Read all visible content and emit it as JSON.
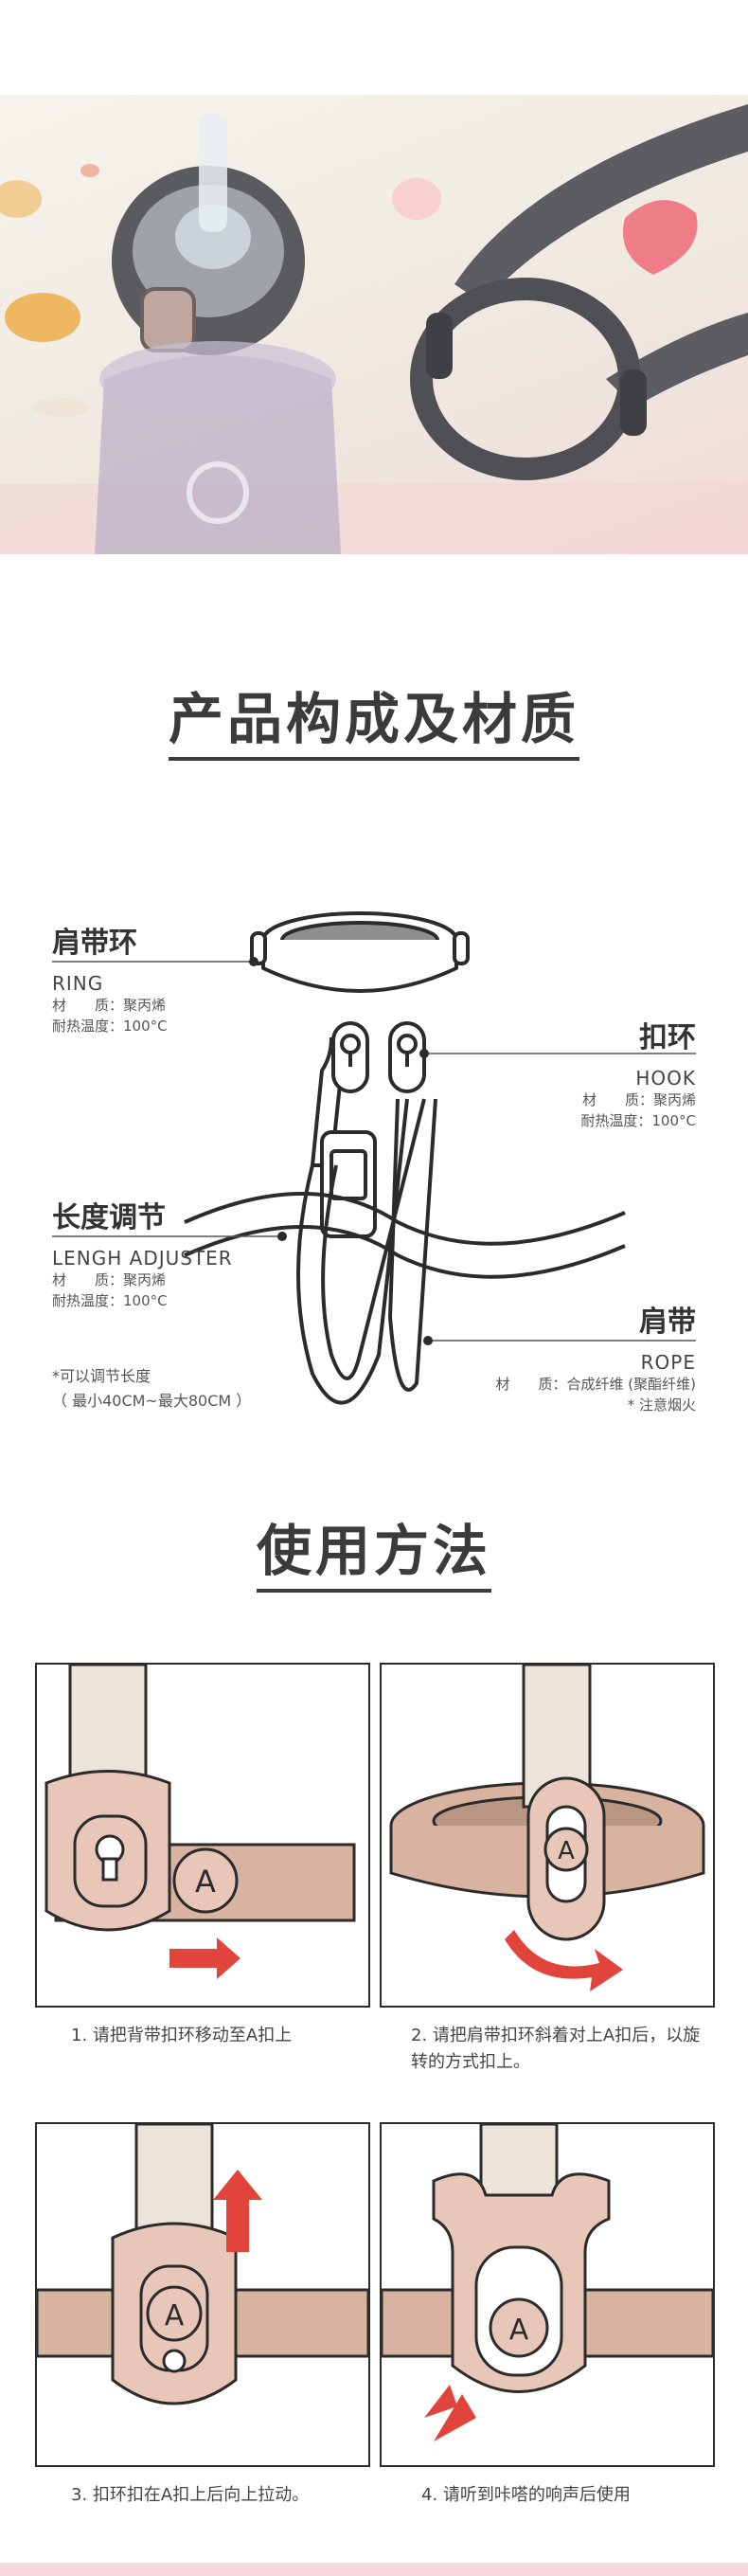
{
  "sections": {
    "composition_title": "产品构成及材质",
    "usage_title": "使用方法"
  },
  "parts": {
    "ring": {
      "zh": "肩带环",
      "en": "RING",
      "material": "材　　质：聚丙烯",
      "temp": "耐热温度：100°C"
    },
    "hook": {
      "zh": "扣环",
      "en": "HOOK",
      "material": "材　　质：聚丙烯",
      "temp": "耐热温度：100°C"
    },
    "adjuster": {
      "zh": "长度调节",
      "en": "LENGH ADJUSTER",
      "material": "材　　质：聚丙烯",
      "temp": "耐热温度：100°C"
    },
    "rope": {
      "zh": "肩带",
      "en": "ROPE",
      "material": "材　　质：合成纤维 (聚酯纤维)",
      "warning": "* 注意烟火"
    }
  },
  "length_note": {
    "line1": "*可以调节长度",
    "line2": "（ 最小40CM~最大80CM ）"
  },
  "steps": [
    {
      "caption": "1. 请把背带扣环移动至A扣上"
    },
    {
      "caption": "2. 请把肩带扣环斜着对上A扣后，以旋转的方式扣上。"
    },
    {
      "caption": "3. 扣环扣在A扣上后向上拉动。"
    },
    {
      "caption": "4. 请听到咔嗒的响声后使用"
    }
  ],
  "marker_letter": "A",
  "colors": {
    "accent_red": "#e0443a",
    "strap_beige": "#ece3d9",
    "hook_pink": "#e9c7b8",
    "ring_tan": "#d8b3a0",
    "bottom_bar": "#f5d9df"
  }
}
